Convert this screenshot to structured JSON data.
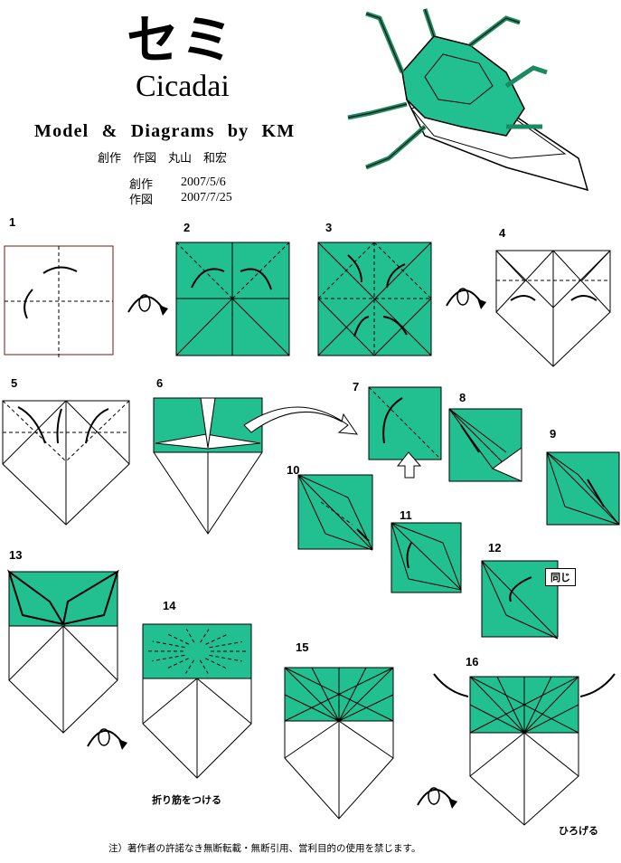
{
  "header": {
    "title_jp": "セミ",
    "title_en": "Cicadai",
    "credit": "Model & Diagrams by KM",
    "credit_jp": "創作　作図　丸山　和宏",
    "created_label": "創作",
    "created_date": "2007/5/6",
    "diagram_label": "作図",
    "diagram_date": "2007/7/25"
  },
  "steps": [
    "1",
    "2",
    "3",
    "4",
    "5",
    "6",
    "7",
    "8",
    "9",
    "10",
    "11",
    "12",
    "13",
    "14",
    "15",
    "16"
  ],
  "notes": {
    "same": "同じ",
    "crease": "折り筋をつける",
    "unfold": "ひろげる"
  },
  "footer": "注）著作者の許諾なき無断転載・無断引用、営利目的の使用を禁じます。",
  "colors": {
    "paper_green": "#22c090",
    "paper_white": "#ffffff",
    "line": "#000000"
  }
}
